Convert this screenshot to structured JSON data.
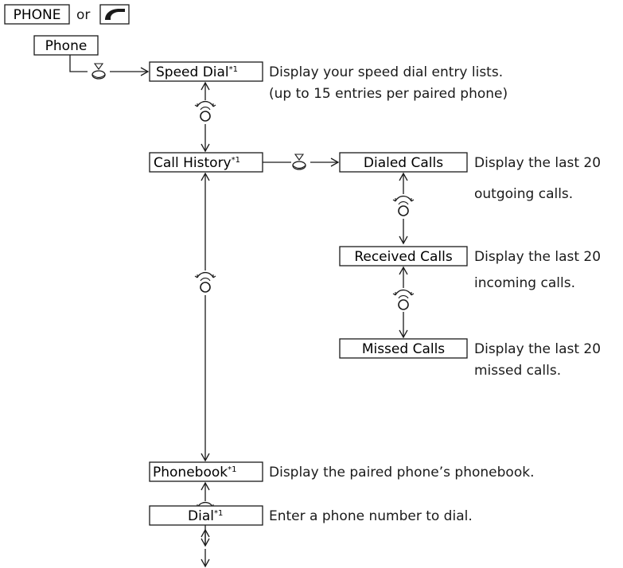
{
  "header": {
    "button_label": "PHONE",
    "connector": "or",
    "phone_icon": "phone-handset-icon"
  },
  "root": {
    "label": "Phone"
  },
  "icons": {
    "select": "dial-press-icon",
    "rotate": "dial-rotate-icon"
  },
  "menu": [
    {
      "label": "Speed Dial",
      "note": "*1",
      "description": [
        "Display your speed dial entry lists.",
        "(up to 15 entries per paired phone)"
      ]
    },
    {
      "label": "Call History",
      "note": "*1",
      "description": []
    },
    {
      "label": "Phonebook",
      "note": "*1",
      "description": [
        "Display the paired phone’s phonebook."
      ]
    },
    {
      "label": "Dial",
      "note": "*1",
      "description": [
        "Enter a phone number to dial."
      ]
    }
  ],
  "call_history_submenu": [
    {
      "label": "Dialed Calls",
      "description": [
        "Display the last 20",
        "outgoing calls."
      ]
    },
    {
      "label": "Received Calls",
      "description": [
        "Display the last 20",
        "incoming calls."
      ]
    },
    {
      "label": "Missed Calls",
      "description": [
        "Display the last 20",
        "missed calls."
      ]
    }
  ]
}
